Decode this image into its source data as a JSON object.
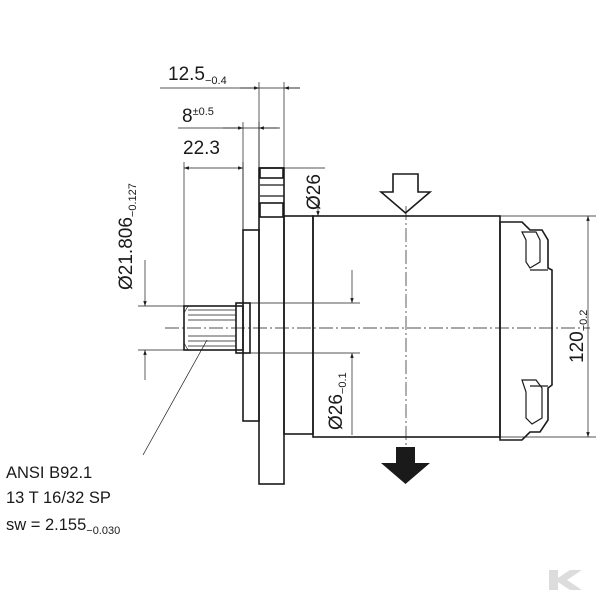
{
  "dimensions": {
    "d12_5_main": "12.5",
    "d12_5_tol": "−0.4",
    "d8_main": "8",
    "d8_tol": "±0.5",
    "d22_3": "22.3",
    "d21_806_main": "Ø21.806",
    "d21_806_tol": "−0.127",
    "d26_top": "Ø26",
    "d26_mid_main": "Ø26",
    "d26_mid_tol": "−0.1",
    "d120_main": "120",
    "d120_tol": "−0.2"
  },
  "spline_note": {
    "line1": "ANSI B92.1",
    "line2": "13 T 16/32 SP",
    "line3_main": "sw = 2.155",
    "line3_tol": "−0.030"
  },
  "logo": {
    "name": "kramp-k-logo"
  },
  "colors": {
    "ink": "#1a1a1a",
    "logo": "#dcdcdc"
  }
}
